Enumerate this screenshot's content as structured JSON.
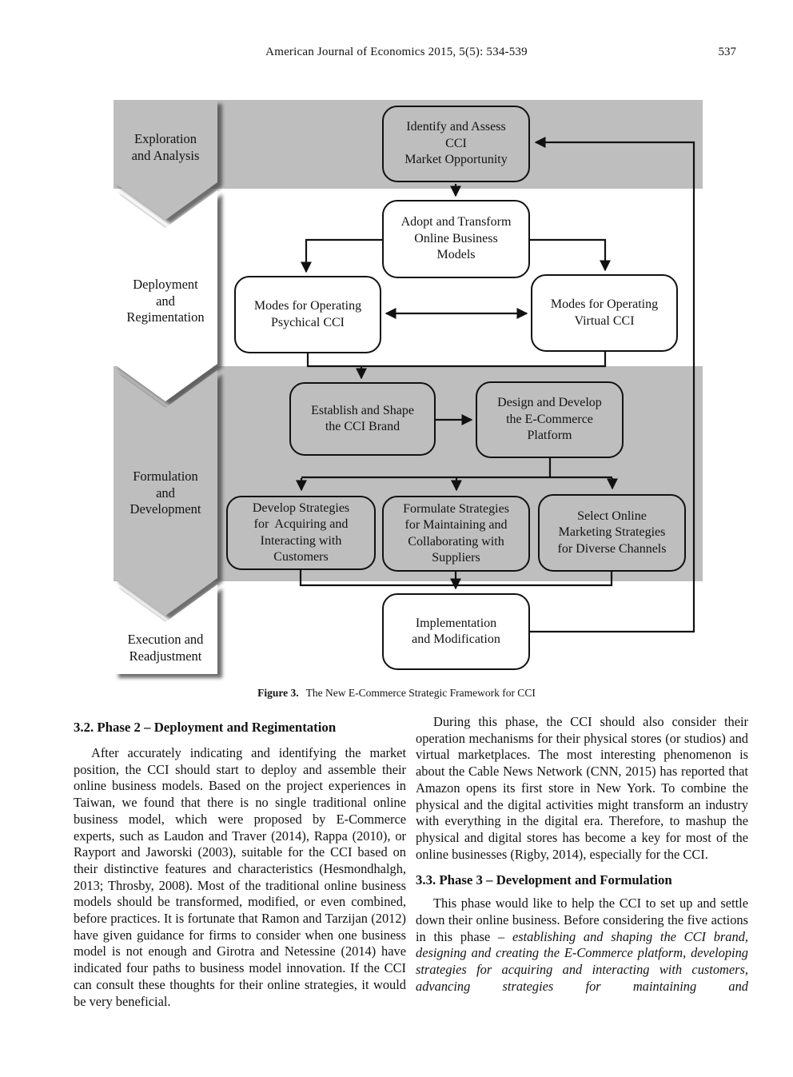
{
  "page": {
    "header": {
      "journal": "American Journal of Economics 2015, 5(5): 534-539",
      "page_number": "537"
    }
  },
  "figure": {
    "caption_label": "Figure 3.",
    "caption_text": "The New E-Commerce Strategic Framework for CCI",
    "colors": {
      "band_gray": "#bebebe",
      "line": "#111111",
      "shadow": "#4a4a4a"
    },
    "phases": [
      {
        "label": "Exploration\nand Analysis"
      },
      {
        "label": "Deployment\nand\nRegimentation"
      },
      {
        "label": "Formulation\nand\nDevelopment"
      },
      {
        "label": "Execution and\nReadjustment"
      }
    ],
    "nodes": [
      {
        "text": "Identify and Assess\nCCI\nMarket Opportunity"
      },
      {
        "text": "Adopt and Transform\nOnline Business\nModels"
      },
      {
        "text": "Modes for Operating\nPsychical CCI"
      },
      {
        "text": "Modes for Operating\nVirtual CCI"
      },
      {
        "text": "Establish and Shape\nthe CCI Brand"
      },
      {
        "text": "Design and Develop\nthe E-Commerce\nPlatform"
      },
      {
        "text": "Develop Strategies\nfor  Acquiring and\nInteracting with\nCustomers"
      },
      {
        "text": "Formulate Strategies\nfor Maintaining and\nCollaborating with\nSuppliers"
      },
      {
        "text": "Select Online\nMarketing Strategies\nfor Diverse Channels"
      },
      {
        "text": "Implementation\nand Modification"
      }
    ]
  },
  "article": {
    "left_column": {
      "heading": "3.2. Phase 2 – Deployment and Regimentation",
      "paragraph": "After accurately indicating and identifying the market position, the CCI should start to deploy and assemble their online business models. Based on the project experiences in Taiwan, we found that there is no single traditional online business model, which were proposed by E-Commerce experts, such as Laudon and Traver (2014), Rappa (2010), or Rayport and Jaworski (2003), suitable for the CCI based on their distinctive features and characteristics (Hesmondhalgh, 2013; Throsby, 2008). Most of the traditional online business models should be transformed, modified, or even combined, before practices. It is fortunate that Ramon and Tarzijan (2012) have given guidance for firms to consider when one business model is not enough and Girotra and Netessine (2014) have indicated four paths to business model innovation. If the CCI can consult these thoughts for their online strategies, it would be very beneficial."
    },
    "right_column": {
      "paragraph1": "During this phase, the CCI should also consider their operation mechanisms for their physical stores (or studios) and virtual marketplaces. The most interesting phenomenon is about the Cable News Network (CNN, 2015) has reported that Amazon opens its first store in New York. To combine the physical and the digital activities might transform an industry with everything in the digital era. Therefore, to mashup the physical and digital stores has become a key for most of the online businesses (Rigby, 2014), especially for the CCI.",
      "heading": "3.3. Phase 3 – Development and Formulation",
      "paragraph2_plain": "This phase would like to help the CCI to set up and settle down their online business. Before considering the five actions in this phase – ",
      "paragraph2_italic": "establishing and shaping the CCI brand, designing and creating the E-Commerce platform, developing strategies for acquiring and interacting with customers, advancing strategies for maintaining and"
    }
  }
}
